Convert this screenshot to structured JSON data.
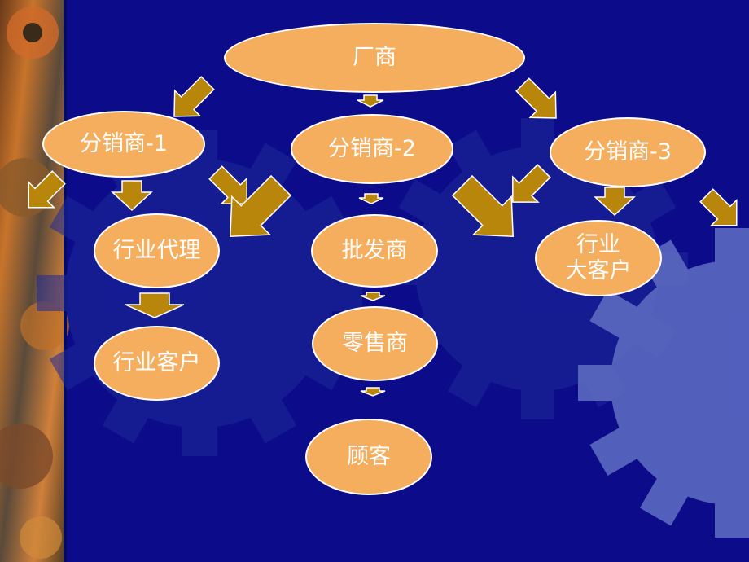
{
  "colors": {
    "background": "#0c0c8a",
    "gear": "#2a3aa8",
    "gear_light": "#6f7fcf",
    "node_fill": "#f5ad5e",
    "node_text": "#ffffff",
    "arrow": "#b8860b"
  },
  "nodes": {
    "manufacturer": "厂商",
    "distributor_1": "分销商-1",
    "distributor_2": "分销商-2",
    "distributor_3": "分销商-3",
    "industry_agent": "行业代理",
    "industry_customer": "行业客户",
    "wholesaler": "批发商",
    "retailer": "零售商",
    "customer": "顾客",
    "industry_key_account": "行业\n大客户"
  }
}
